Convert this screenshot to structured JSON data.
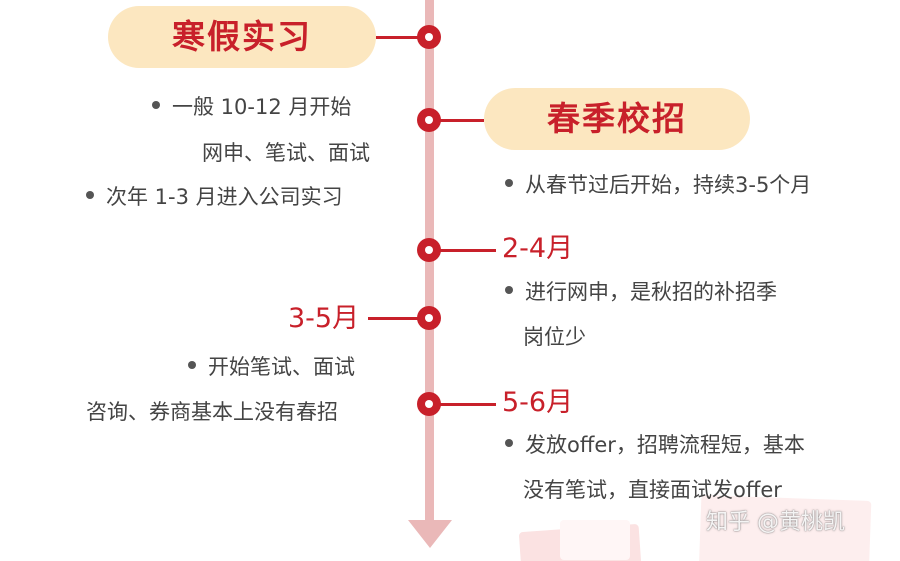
{
  "colors": {
    "accent": "#c8202a",
    "pill_bg": "#fce7c0",
    "timeline": "#eab8b8",
    "text": "#444444"
  },
  "winter_intern": {
    "title": "寒假实习",
    "bullet1_line1": "一般 10-12 月开始",
    "bullet1_line2": "网申、笔试、面试",
    "bullet2": "次年 1-3 月进入公司实习"
  },
  "spring_recruit": {
    "title": "春季校招",
    "bullet1": "从春节过后开始，持续3-5个月"
  },
  "stage_2_4": {
    "label": "2-4月",
    "line1": "进行网申，是秋招的补招季",
    "line2": "岗位少"
  },
  "stage_3_5": {
    "label": "3-5月",
    "line1": "开始笔试、面试",
    "line2": "咨询、券商基本上没有春招"
  },
  "stage_5_6": {
    "label": "5-6月",
    "line1": "发放offer，招聘流程短，基本",
    "line2": "没有笔试，直接面试发offer"
  },
  "watermark": "知乎 @黄桃凯"
}
